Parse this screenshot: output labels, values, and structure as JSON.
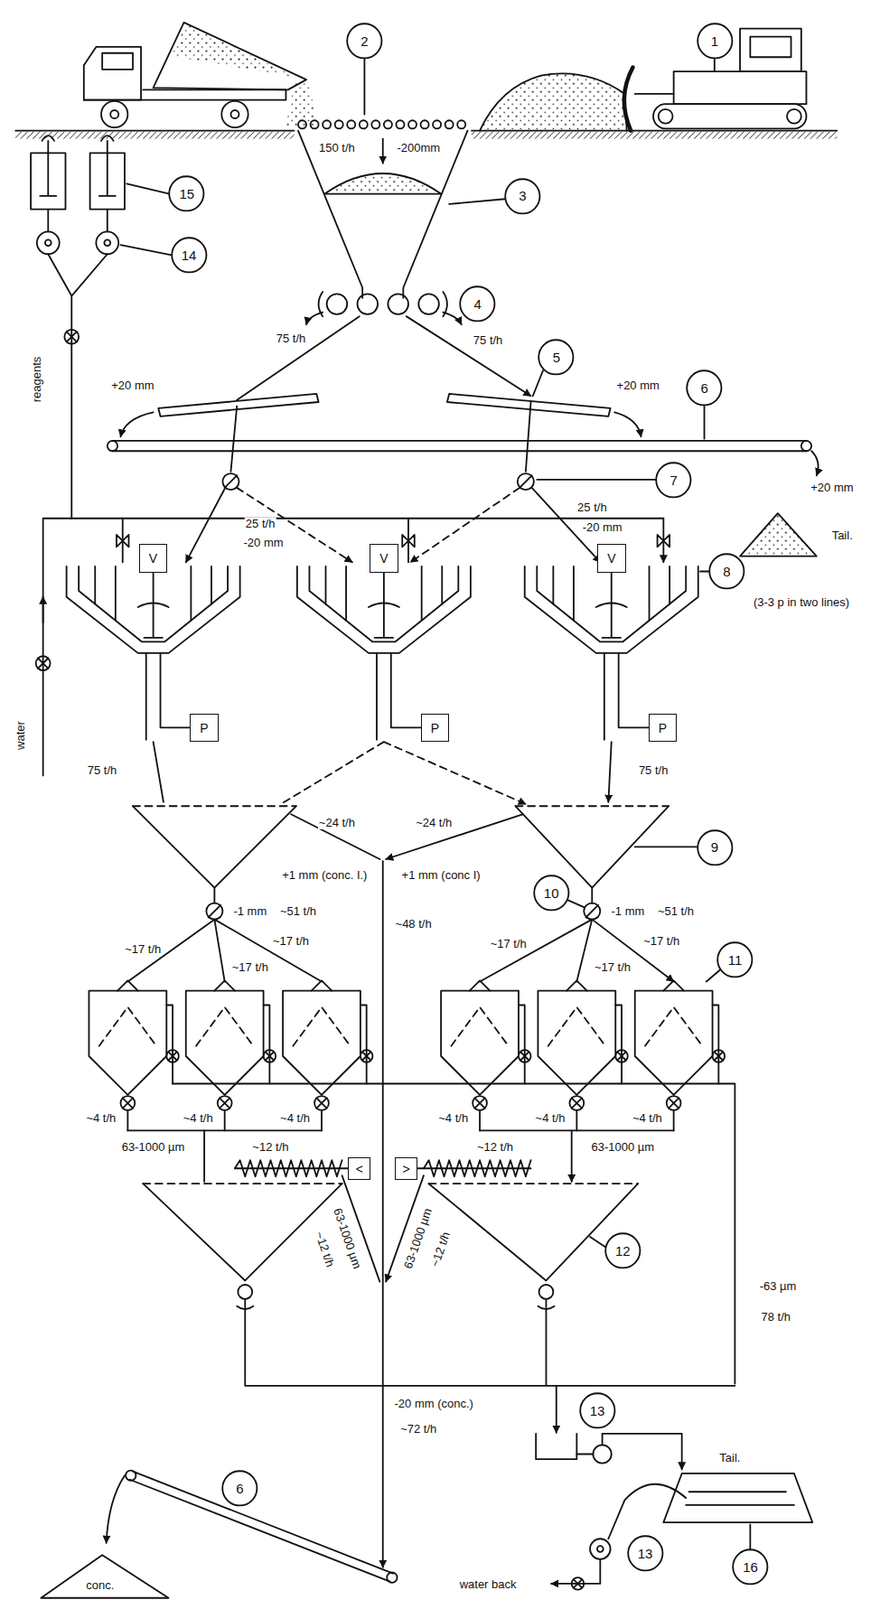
{
  "diagram": {
    "nodes": [
      {
        "text": [
          "2"
        ]
      },
      {
        "text": [
          "1"
        ]
      },
      {
        "text": [
          "3"
        ]
      },
      {
        "text": [
          "15"
        ]
      },
      {
        "text": [
          "14"
        ]
      },
      {
        "text": [
          "4"
        ]
      },
      {
        "text": [
          "5"
        ]
      },
      {
        "text": [
          "6"
        ]
      },
      {
        "text": [
          "7"
        ]
      },
      {
        "text": [
          "V"
        ]
      },
      {
        "text": [
          "V"
        ]
      },
      {
        "text": [
          "V"
        ]
      },
      {
        "text": [
          "8"
        ]
      },
      {
        "text": [
          "P"
        ]
      },
      {
        "text": [
          "P"
        ]
      },
      {
        "text": [
          "P"
        ]
      },
      {
        "text": [
          "9"
        ]
      },
      {
        "text": [
          "10"
        ]
      },
      {
        "text": [
          "11"
        ]
      },
      {
        "text": [
          "<"
        ]
      },
      {
        "text": [
          ">"
        ]
      },
      {
        "text": [
          "12"
        ]
      },
      {
        "text": [
          "6"
        ]
      },
      {
        "text": [
          "13"
        ]
      },
      {
        "text": [
          "13"
        ]
      },
      {
        "text": [
          "16"
        ]
      }
    ],
    "labels": [
      "150 t/h",
      "-200mm",
      "75 t/h",
      "75 t/h",
      "+20 mm",
      "+20 mm",
      "+20 mm",
      "Tail.",
      "reagents",
      "25 t/h",
      "-20 mm",
      "25 t/h",
      "-20 mm",
      "(3-3 p in two lines)",
      "water",
      "75 t/h",
      "75 t/h",
      "~24 t/h",
      "+1 mm (conc. I.)",
      "~24 t/h",
      "+1 mm (conc I)",
      "-1 mm",
      "~51 t/h",
      "~48 t/h",
      "-1 mm",
      "~51 t/h",
      "~17 t/h",
      "~17 t/h",
      "~17 t/h",
      "~17 t/h",
      "~17 t/h",
      "~17 t/h",
      "~4 t/h",
      "~4 t/h",
      "~4 t/h",
      "~4 t/h",
      "~4 t/h",
      "~4 t/h",
      "63-1000 µm",
      "~12 t/h",
      "~12 t/h",
      "63-1000 µm",
      "-63 µm",
      "78 t/h",
      "63-1000 µm",
      "~12 t/h",
      "63-1000 µm",
      "~12 t/h",
      "-20 mm (conc.)",
      "~72 t/h",
      "Tail.",
      "conc.",
      "water back"
    ]
  }
}
